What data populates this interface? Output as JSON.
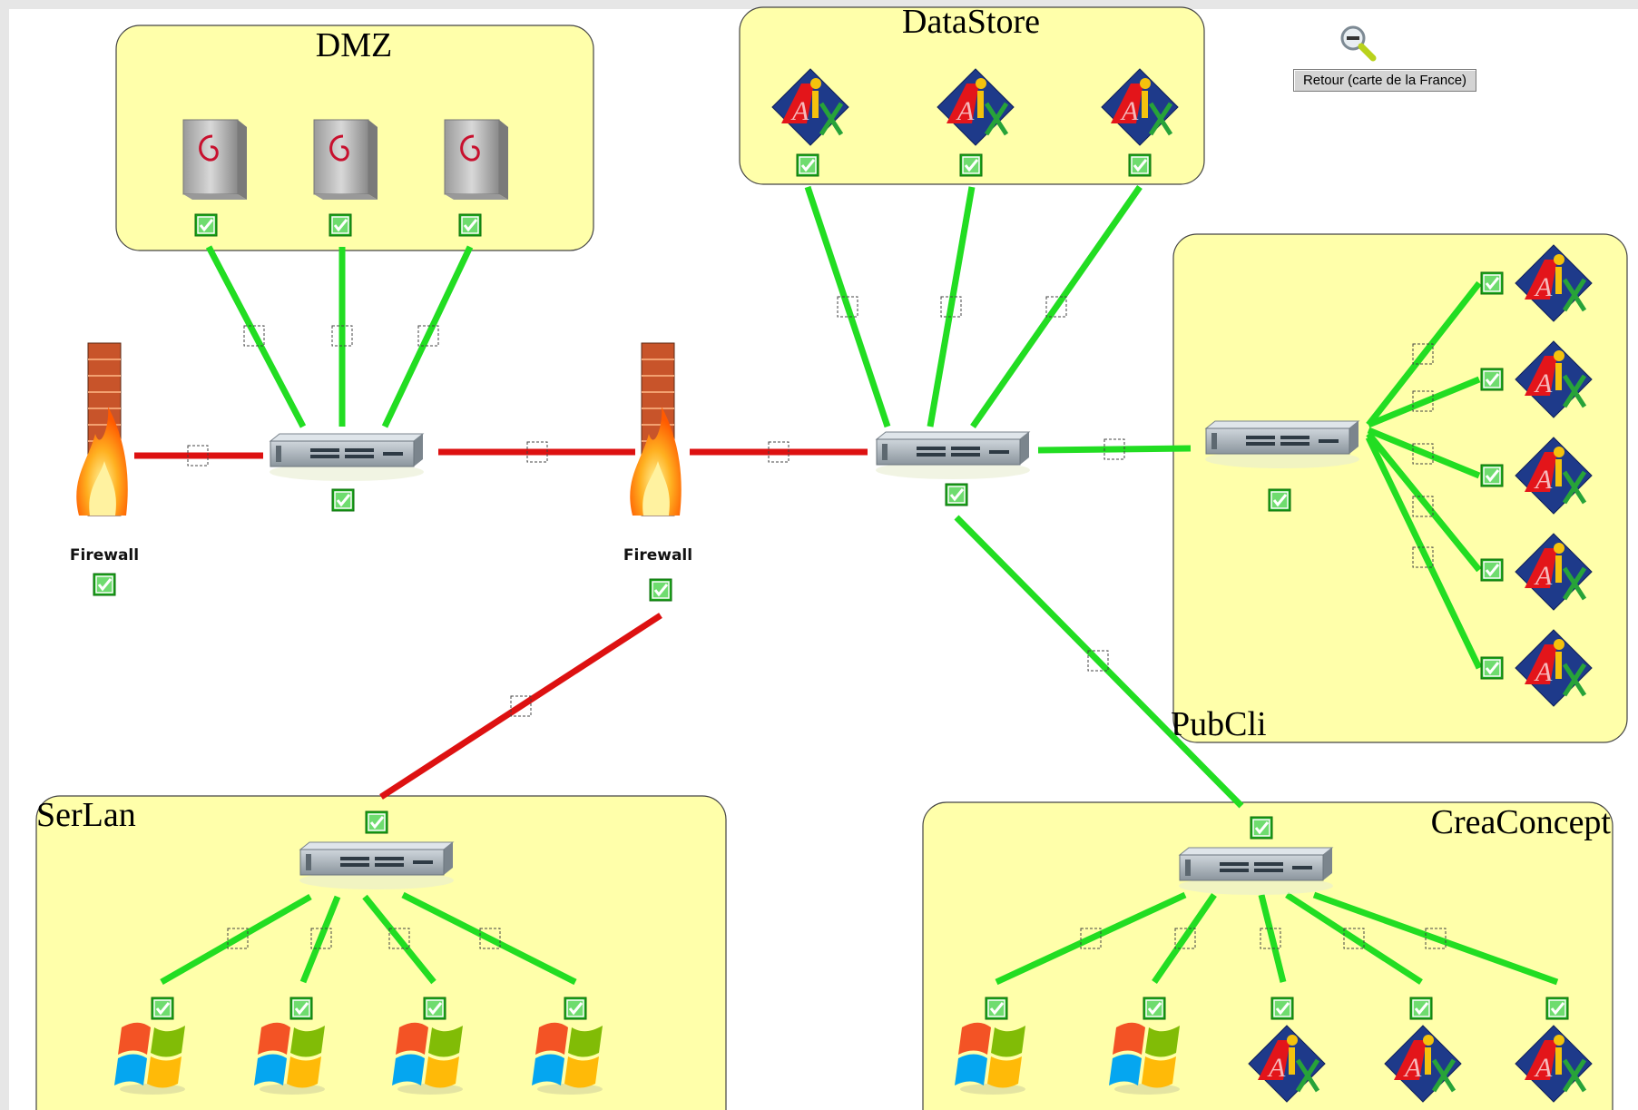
{
  "map": {
    "back_button": "Retour (carte de la France)",
    "zoom_icon": "zoom-out-magnifier-icon"
  },
  "zones": [
    {
      "id": "dmz",
      "label": "DMZ"
    },
    {
      "id": "datastore",
      "label": "DataStore"
    },
    {
      "id": "pubcli",
      "label": "PubCli"
    },
    {
      "id": "serlan",
      "label": "SerLan"
    },
    {
      "id": "creaconcept",
      "label": "CreaConcept"
    }
  ],
  "devices": {
    "firewall_label": "Firewall"
  },
  "colors": {
    "zone_fill": "#ffffaa",
    "link_ok": "#22dd22",
    "link_critical": "#dd1111",
    "status_ok": "#19b219"
  }
}
